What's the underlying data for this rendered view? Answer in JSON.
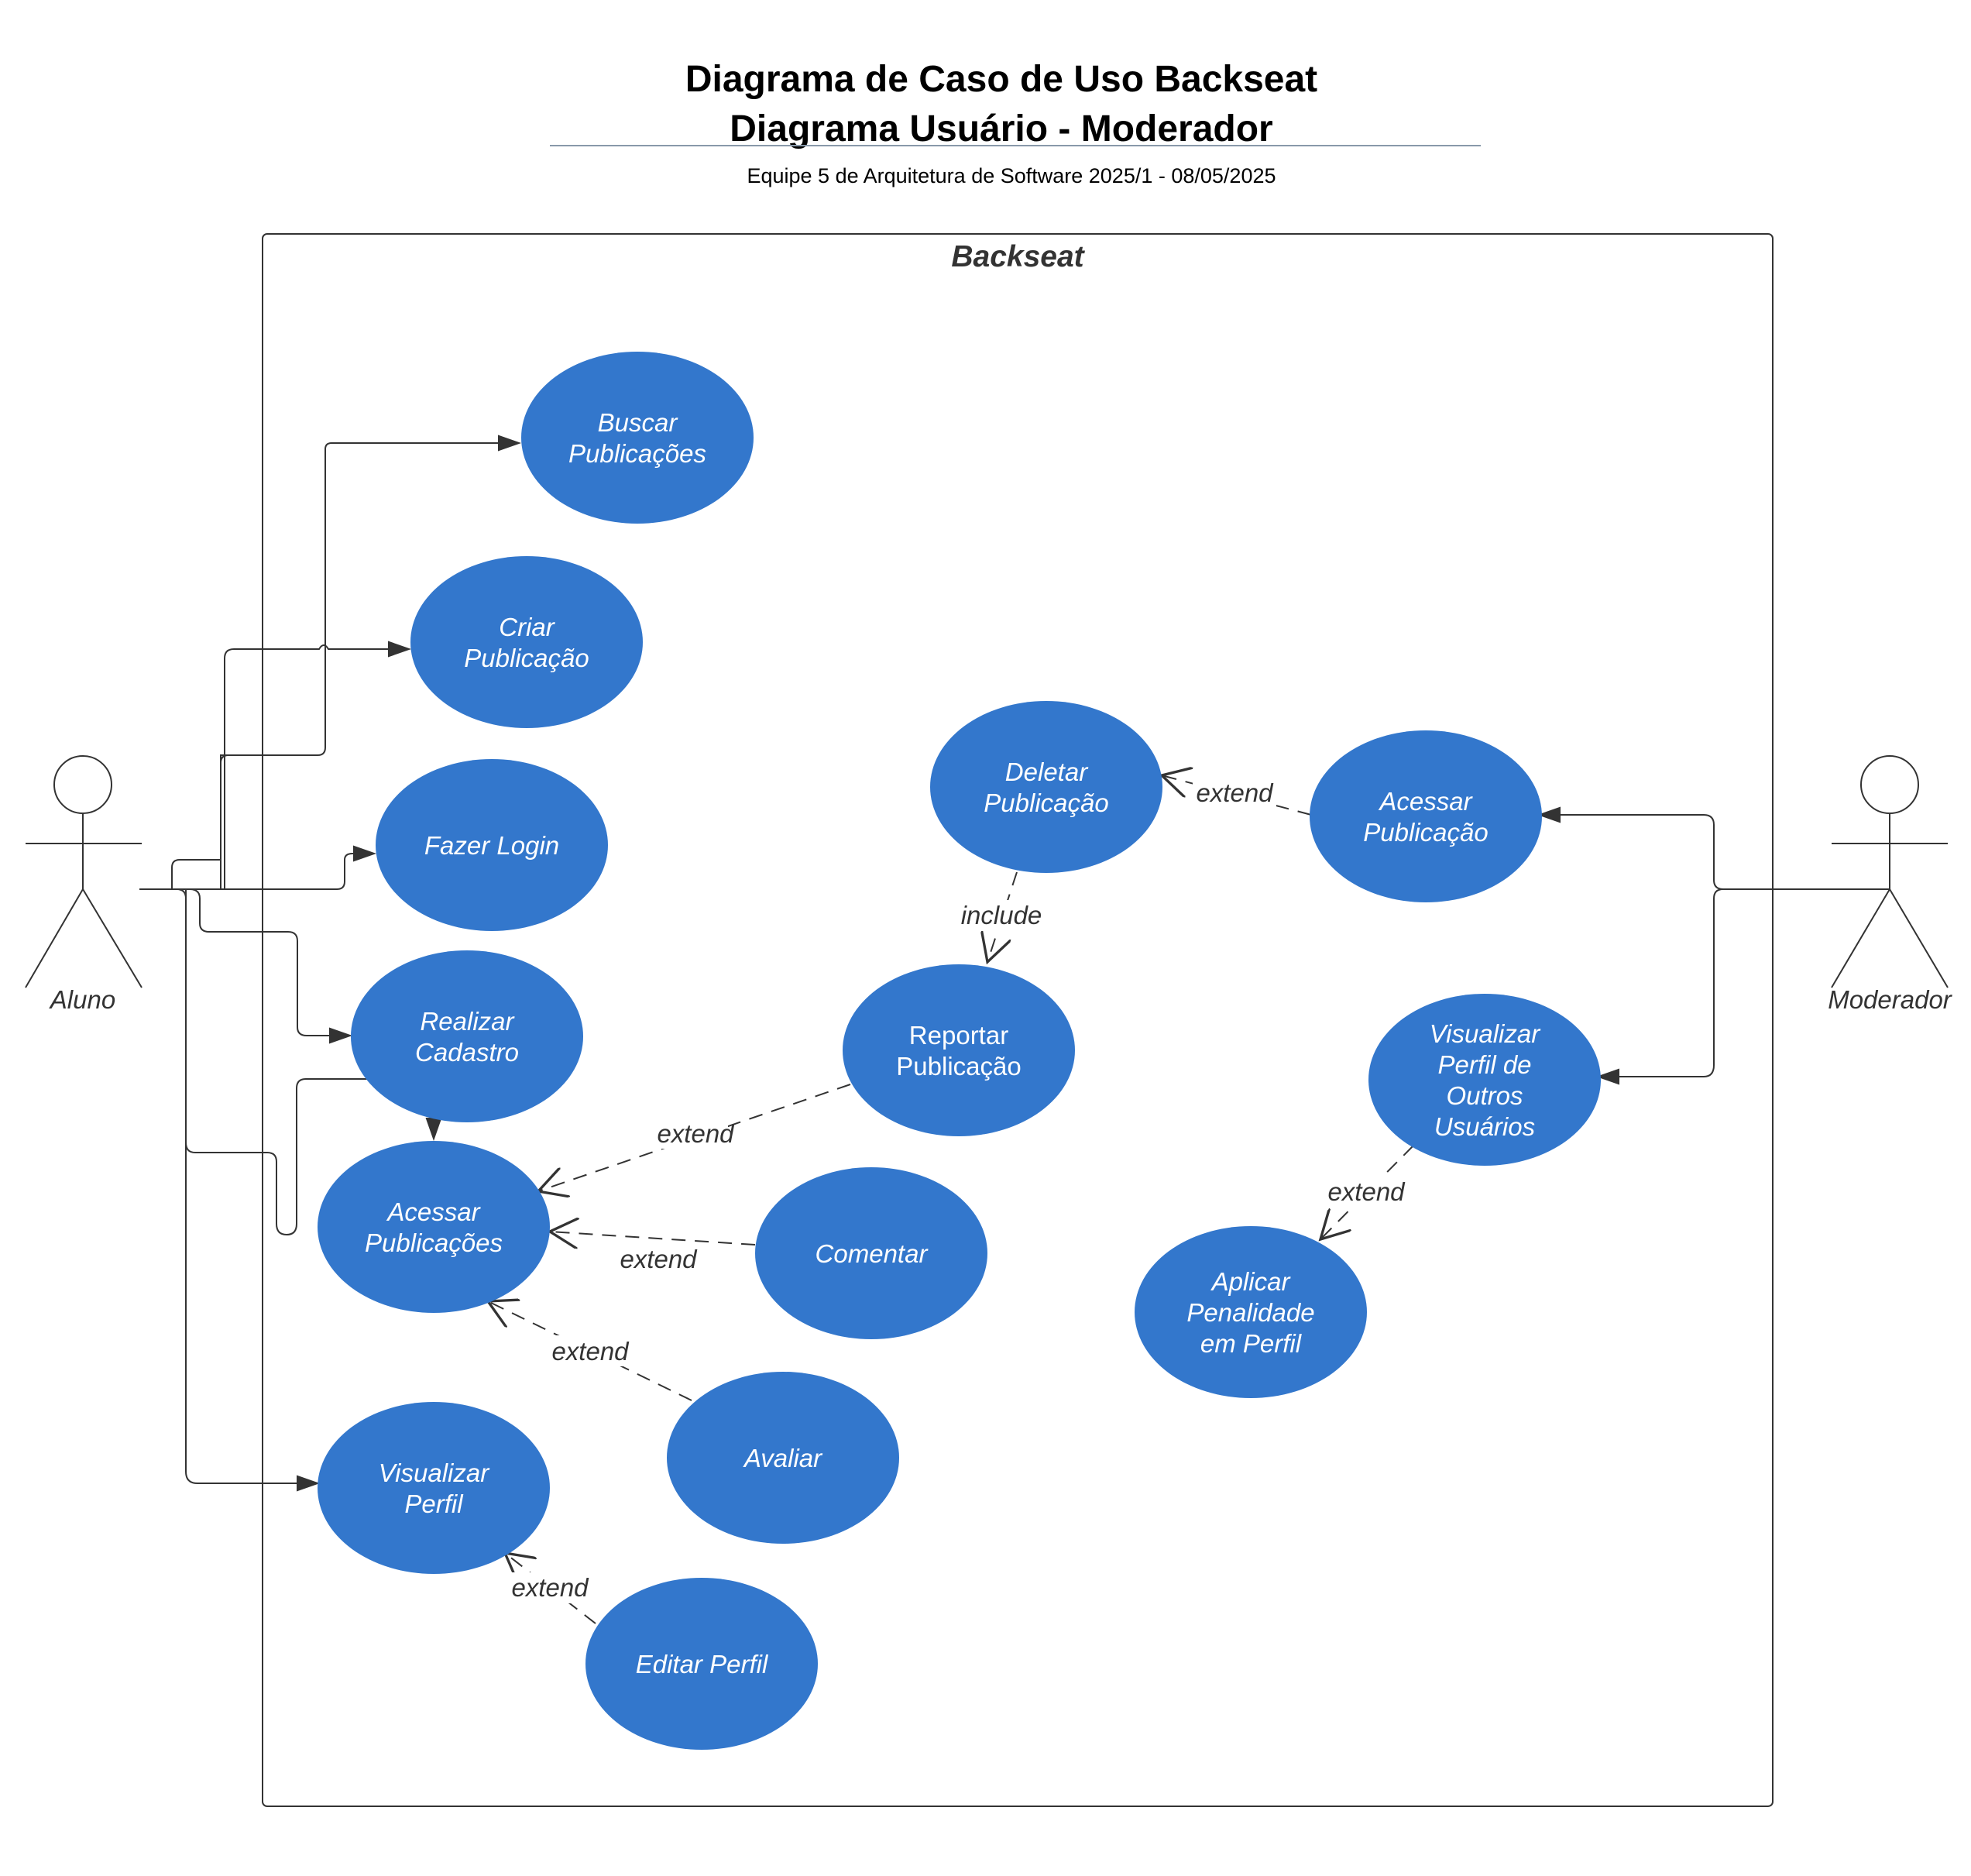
{
  "header": {
    "title_line1": "Diagrama de Caso de Uso Backseat",
    "title_line2": "Diagrama Usuário - Moderador",
    "subtitle": "Equipe 5 de Arquitetura de Software 2025/1 - 08/05/2025"
  },
  "system": {
    "name": "Backseat"
  },
  "actors": {
    "aluno": "Aluno",
    "moderador": "Moderador"
  },
  "use_cases": {
    "buscar_publicacoes": [
      "Buscar",
      "Publicações"
    ],
    "criar_publicacao": [
      "Criar",
      "Publicação"
    ],
    "fazer_login": [
      "Fazer Login"
    ],
    "realizar_cadastro": [
      "Realizar",
      "Cadastro"
    ],
    "acessar_publicacoes": [
      "Acessar",
      "Publicações"
    ],
    "visualizar_perfil": [
      "Visualizar",
      "Perfil"
    ],
    "editar_perfil": [
      "Editar Perfil"
    ],
    "avaliar": [
      "Avaliar"
    ],
    "comentar": [
      "Comentar"
    ],
    "reportar_publicacao": [
      "Reportar",
      "Publicação"
    ],
    "deletar_publicacao": [
      "Deletar",
      "Publicação"
    ],
    "acessar_publicacao": [
      "Acessar",
      "Publicação"
    ],
    "visualizar_perfil_outros": [
      "Visualizar",
      "Perfil de",
      "Outros",
      "Usuários"
    ],
    "aplicar_penalidade": [
      "Aplicar",
      "Penalidade",
      "em Perfil"
    ]
  },
  "relations": {
    "reportar_extends_acessar": "extend",
    "comentar_extends_acessar": "extend",
    "avaliar_extends_acessar": "extend",
    "editar_extends_visualizar": "extend",
    "deletar_includes_reportar": "include",
    "acessar_extends_deletar": "extend",
    "visualizar_outros_extends_aplicar": "extend"
  },
  "colors": {
    "use_case_fill": "#3377cc",
    "line": "#333333",
    "title_rule": "#8899aa"
  }
}
